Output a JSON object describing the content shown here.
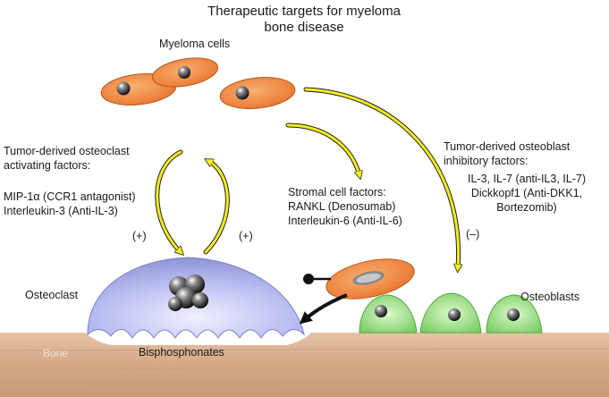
{
  "title_line1": "Therapeutic targets for myeloma",
  "title_line2": "bone disease",
  "myeloma_cells": "Myeloma cells",
  "osteoclast_factors": {
    "line1": "Tumor-derived osteoclast",
    "line2": "activating factors:",
    "item1": "MIP-1α (CCR1 antagonist)",
    "item2": "Interleukin-3 (Anti-IL-3)"
  },
  "stromal_factors": {
    "line1": "Stromal cell factors:",
    "line2": "RANKL (Denosumab)",
    "line3": "Interleukin-6 (Anti-IL-6)"
  },
  "osteoblast_factors": {
    "line1": "Tumor-derived osteoblast",
    "line2": "inhibitory factors:",
    "item1": "IL-3, IL-7 (anti-IL3, IL-7)",
    "item2": "Dickkopf1 (Anti-DKK1,",
    "item3": "Bortezomib)"
  },
  "sign_plus_left": "(+)",
  "sign_plus_right": "(+)",
  "sign_minus": "(–)",
  "osteoclast": "Osteoclast",
  "osteoblasts": "Osteoblasts",
  "bone": "Bone",
  "bisphosphonates": "Bisphosphonates",
  "colors": {
    "myeloma_cell": "#f08a3c",
    "osteoclast": "#b4b8ee",
    "osteoblast": "#8fdc7c",
    "bone": "#d9b08f",
    "arrow": "#f2ee1c"
  }
}
